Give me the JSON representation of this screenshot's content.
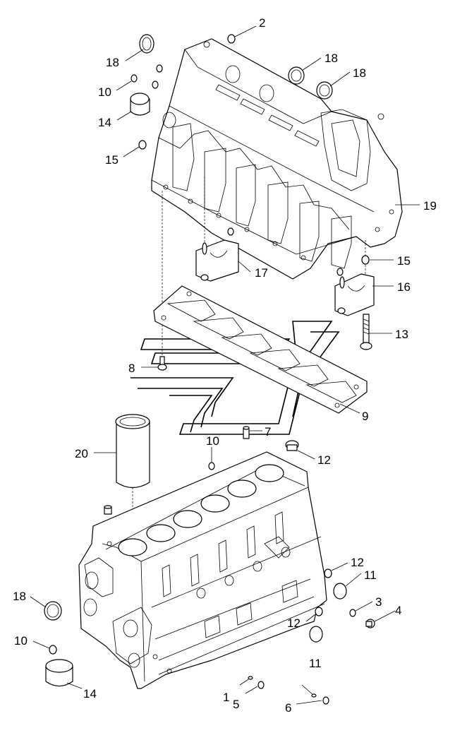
{
  "callouts": {
    "c1": "1",
    "c2": "2",
    "c3": "3",
    "c4": "4",
    "c5": "5",
    "c6": "6",
    "c7": "7",
    "c8": "8",
    "c9": "9",
    "c10a": "10",
    "c10b": "10",
    "c10c": "10",
    "c11a": "11",
    "c11b": "11",
    "c12a": "12",
    "c12b": "12",
    "c12c": "12",
    "c13": "13",
    "c14a": "14",
    "c14b": "14",
    "c15a": "15",
    "c15b": "15",
    "c16": "16",
    "c17": "17",
    "c18a": "18",
    "c18b": "18",
    "c18c": "18",
    "c18d": "18",
    "c19": "19",
    "c20": "20"
  }
}
